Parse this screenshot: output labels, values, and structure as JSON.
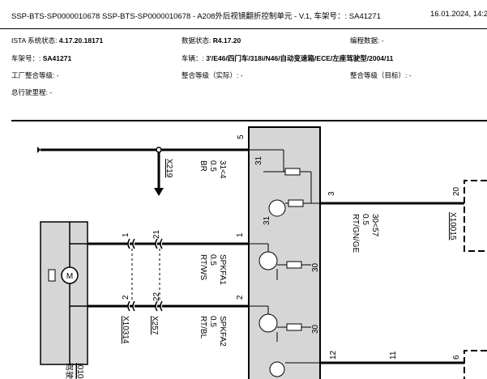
{
  "header": {
    "title": "SSP-BTS-SP0000010678 SSP-BTS-SP0000010678 - A208外后视镜翻折控制单元 - V.1, 车架号：: SA41271",
    "date": "16.01.2024, 14:2"
  },
  "info": {
    "ista_label": "ISTA 系统状态: ",
    "ista_value": "4.17.20.18171",
    "data_label": "数据状态: ",
    "data_value": "R4.17.20",
    "prog_label": "编程数据: -",
    "vin_label": "车架号：: ",
    "vin_value": "SA41271",
    "vehicle_label": "车辆：: ",
    "vehicle_value": "3'/E46/四门车/318i/N46/自动变速箱/ECE/左座驾驶型/2004/11",
    "factory_label": "工厂整合等级: -",
    "actual_label": "整合等级（实际）: -",
    "target_label": "整合等级（目标）: -",
    "mileage_label": "总行驶里程: -"
  },
  "diagram": {
    "pins": {
      "p5": "5",
      "p3": "3",
      "p20": "20",
      "p1a": "1",
      "p21": "21",
      "p1b": "1",
      "p2a": "2",
      "p22": "22",
      "p2b": "2",
      "p12": "12",
      "p11": "11",
      "p6": "6"
    },
    "inner_labels": {
      "n31a": "31",
      "n31b": "31",
      "n30a": "30",
      "n30b": "30"
    },
    "motor_label": "M",
    "wires": {
      "w1": [
        "31<4",
        "0.5",
        "BR"
      ],
      "w2": [
        "30<57",
        "0.5",
        "RT/GN/GE"
      ],
      "w3": [
        "SPKFA1",
        "0.5",
        "RT/WS"
      ],
      "w4": [
        "SPKFA2",
        "0.5",
        "RT/BL"
      ]
    },
    "links": {
      "x219": "X219",
      "x10015": "X10015",
      "x10314": "X10314",
      "x257": "X257",
      "i01": "I010"
    },
    "bottom_label": "驾驶"
  },
  "colors": {
    "ecu_fill": "#d6d6d6",
    "link": "#1a33cc"
  }
}
